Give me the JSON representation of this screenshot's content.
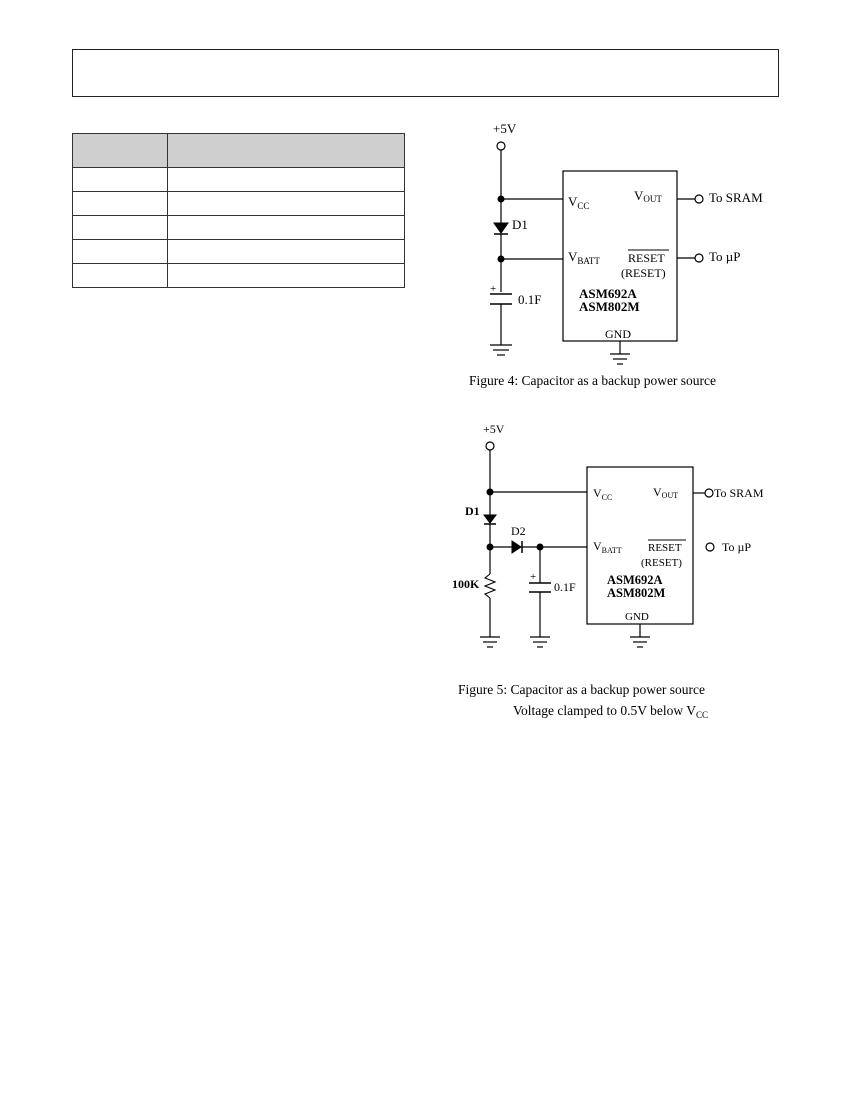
{
  "header": {
    "title": ""
  },
  "pin_table": {
    "header": [
      "",
      ""
    ],
    "rows": [
      [
        "",
        ""
      ],
      [
        "",
        ""
      ],
      [
        "",
        ""
      ],
      [
        "",
        ""
      ],
      [
        "",
        ""
      ]
    ]
  },
  "figure4": {
    "supply": "+5V",
    "diode": "D1",
    "capacitor": "0.1F",
    "cap_polarity": "+",
    "pins": {
      "vcc_main": "V",
      "vcc_sub": "CC",
      "vout_main": "V",
      "vout_sub": "OUT",
      "vbatt_main": "V",
      "vbatt_sub": "BATT",
      "reset_bar": "RESET",
      "reset": "(RESET)",
      "gnd": "GND"
    },
    "chip_lines": [
      "ASM692A",
      "ASM802M"
    ],
    "outputs": [
      "To SRAM",
      "To µP"
    ],
    "caption": "Figure 4: Capacitor as a backup power source"
  },
  "figure5": {
    "supply": "+5V",
    "diode1": "D1",
    "diode2": "D2",
    "resistor": "100K",
    "capacitor": "0.1F",
    "cap_polarity": "+",
    "pins": {
      "vcc_main": "V",
      "vcc_sub": "CC",
      "vout_main": "V",
      "vout_sub": "OUT",
      "vbatt_main": "V",
      "vbatt_sub": "BATT",
      "reset_bar": "RESET",
      "reset": "(RESET)",
      "gnd": "GND"
    },
    "chip_lines": [
      "ASM692A",
      "ASM802M"
    ],
    "outputs": [
      "To SRAM",
      "To µP"
    ],
    "caption_line1": "Figure 5: Capacitor as a backup power source",
    "caption_line2_main": "Voltage clamped to 0.5V below V",
    "caption_line2_sub": "CC"
  }
}
